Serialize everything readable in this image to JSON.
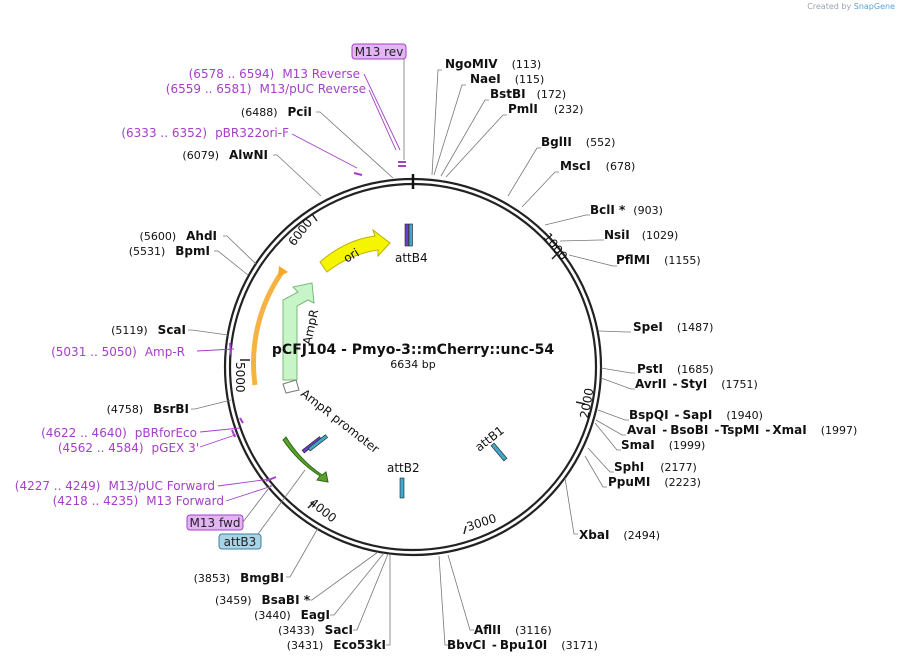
{
  "credit": {
    "prefix": "Created by",
    "brand": "SnapGene"
  },
  "plasmid": {
    "name": "pCFJ104 - Pmyo-3::mCherry::unc-54",
    "size_label": "6634 bp"
  },
  "ticks": [
    "1000",
    "2000",
    "3000",
    "4000",
    "5000",
    "6000"
  ],
  "features": {
    "ori": "ori",
    "ampR": "AmpR",
    "ampR_promoter": "AmpR promoter",
    "attB4": "attB4",
    "attB1": "attB1",
    "attB2": "attB2",
    "attB3": "attB3"
  },
  "tags": {
    "m13rev": "M13 rev",
    "m13fwd": "M13 fwd",
    "attB3": "attB3"
  },
  "enzymes_right": [
    {
      "name": "NgoMIV",
      "pos": "(113)"
    },
    {
      "name": "NaeI",
      "pos": "(115)"
    },
    {
      "name": "BstBI",
      "pos": "(172)"
    },
    {
      "name": "PmlI",
      "pos": "(232)"
    },
    {
      "name": "BglII",
      "pos": "(552)"
    },
    {
      "name": "MscI",
      "pos": "(678)"
    },
    {
      "name": "BclI *",
      "pos": "(903)"
    },
    {
      "name": "NsiI",
      "pos": "(1029)"
    },
    {
      "name": "PflMI",
      "pos": "(1155)"
    },
    {
      "name": "SpeI",
      "pos": "(1487)"
    },
    {
      "name": "PstI",
      "pos": "(1685)"
    },
    {
      "name": "AvrII",
      "sep": "-",
      "name2": "StyI",
      "pos": "(1751)"
    },
    {
      "name": "BspQI",
      "sep": "-",
      "name2": "SapI",
      "pos": "(1940)"
    },
    {
      "name": "AvaI",
      "sep": "-",
      "name2": "BsoBI",
      "sep2": "-",
      "name3": "TspMI",
      "sep3": "-",
      "name4": "XmaI",
      "pos": "(1997)"
    },
    {
      "name": "SmaI",
      "pos": "(1999)"
    },
    {
      "name": "SphI",
      "pos": "(2177)"
    },
    {
      "name": "PpuMI",
      "pos": "(2223)"
    },
    {
      "name": "XbaI",
      "pos": "(2494)"
    },
    {
      "name": "AflII",
      "pos": "(3116)"
    },
    {
      "name": "BbvCI",
      "sep": "-",
      "name2": "Bpu10I",
      "pos": "(3171)"
    }
  ],
  "enzymes_left": [
    {
      "name": "PciI",
      "pos": "(6488)"
    },
    {
      "name": "AlwNI",
      "pos": "(6079)"
    },
    {
      "name": "AhdI",
      "pos": "(5600)"
    },
    {
      "name": "BpmI",
      "pos": "(5531)"
    },
    {
      "name": "ScaI",
      "pos": "(5119)"
    },
    {
      "name": "BsrBI",
      "pos": "(4758)"
    },
    {
      "name": "BmgBI",
      "pos": "(3853)"
    },
    {
      "name": "BsaBI *",
      "pos": "(3459)"
    },
    {
      "name": "EagI",
      "pos": "(3440)"
    },
    {
      "name": "SacI",
      "pos": "(3433)"
    },
    {
      "name": "Eco53kI",
      "pos": "(3431)"
    }
  ],
  "primers": [
    {
      "range": "(6578 .. 6594)",
      "name": "M13 Reverse"
    },
    {
      "range": "(6559 .. 6581)",
      "name": "M13/pUC Reverse"
    },
    {
      "range": "(6333 .. 6352)",
      "name": "pBR322ori-F"
    },
    {
      "range": "(5031 .. 5050)",
      "name": "Amp-R"
    },
    {
      "range": "(4622 .. 4640)",
      "name": "pBRforEco"
    },
    {
      "range": "(4562 .. 4584)",
      "name": "pGEX 3'"
    },
    {
      "range": "(4227 .. 4249)",
      "name": "M13/pUC Forward"
    },
    {
      "range": "(4218 .. 4235)",
      "name": "M13 Forward"
    }
  ],
  "colors": {
    "backbone": "#222222",
    "primer": "#a43fc8",
    "ori": "#f5f500",
    "ampR": "#c8f5c8",
    "ampR_promoter": "#5aa02c",
    "orange": "#f5a623",
    "attB": "#3fa7c8",
    "attB4": "#6a3fc8",
    "tag_purple": "#e3b5f5",
    "tag_blue": "#a8d4e6"
  }
}
